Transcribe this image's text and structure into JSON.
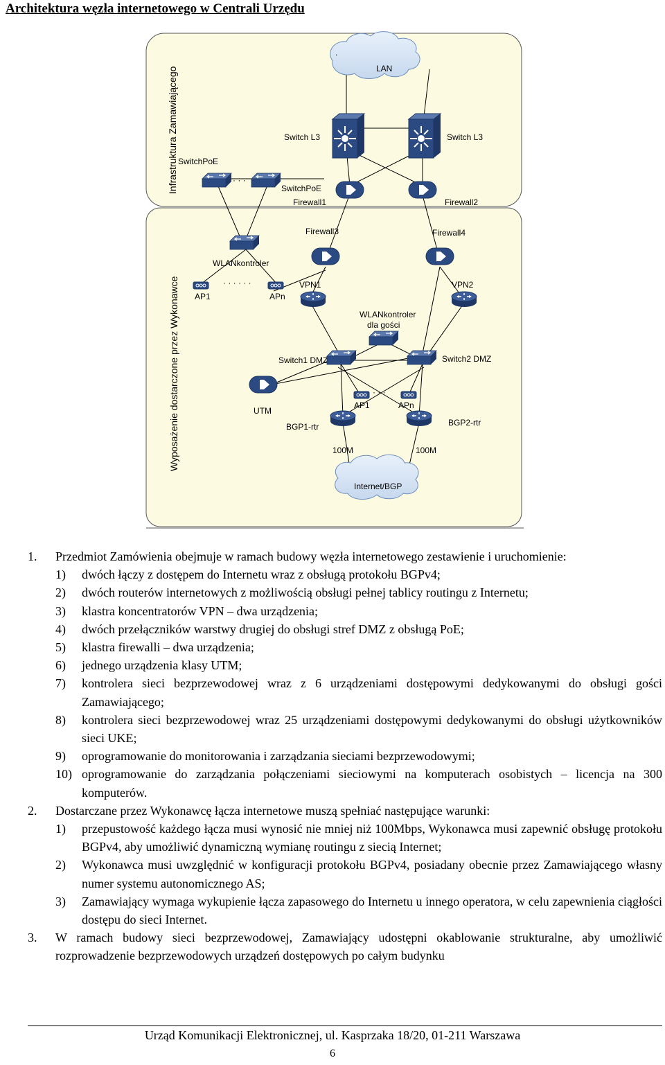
{
  "title": "Architektura węzła internetowego w Centrali Urzędu",
  "diagram": {
    "zone_top_label": "Infrastruktura Zamawiającego",
    "zone_bottom_label": "Wyposażenie dostarczone przez Wykonawce",
    "lan": "LAN",
    "lan_dot": ".",
    "switch_l3_left": "Switch L3",
    "switch_l3_right": "Switch L3",
    "switchpoe_left": "SwitchPoE",
    "switchpoe_right": "SwitchPoE",
    "dots_top": "· · ·",
    "firewall1": "Firewall1",
    "firewall2": "Firewall2",
    "firewall3": "Firewall3",
    "firewall4": "Firewall4",
    "wlan_kontroler": "WLANkontroler",
    "ap1_left": "AP1",
    "apn_left": "APn",
    "dots_ap": "· · · · · ·",
    "vpn1": "VPN1",
    "vpn2": "VPN2",
    "wlan_goscie_1": "WLANkontroler",
    "wlan_goscie_2": "dla gości",
    "switch1_dmz": "Switch1 DMZ",
    "switch2_dmz": "Switch2 DMZ",
    "utm": "UTM",
    "ap1_mid": "AP1",
    "apn_mid": "APn",
    "dots_mid": "· · ·",
    "bgp1": "BGP1-rtr",
    "bgp2": "BGP2-rtr",
    "link1": "100M",
    "link2": "100M",
    "internet": "Internet/BGP"
  },
  "section1": {
    "num": "1.",
    "text": "Przedmiot Zamówienia obejmuje w ramach budowy węzła internetowego zestawienie i uruchomienie:",
    "items": [
      {
        "num": "1)",
        "text": "dwóch łączy z dostępem do Internetu wraz z obsługą protokołu BGPv4;"
      },
      {
        "num": "2)",
        "text": "dwóch routerów internetowych z możliwością obsługi pełnej tablicy routingu z Internetu;"
      },
      {
        "num": "3)",
        "text": "klastra koncentratorów VPN – dwa urządzenia;"
      },
      {
        "num": "4)",
        "text": "dwóch przełączników warstwy drugiej do obsługi stref DMZ z obsługą PoE;"
      },
      {
        "num": "5)",
        "text": "klastra firewalli – dwa urządzenia;"
      },
      {
        "num": "6)",
        "text": "jednego urządzenia klasy UTM;"
      },
      {
        "num": "7)",
        "text": "kontrolera sieci bezprzewodowej wraz z 6 urządzeniami dostępowymi dedykowanymi do obsługi gości Zamawiającego;"
      },
      {
        "num": "8)",
        "text": "kontrolera sieci bezprzewodowej wraz 25 urządzeniami dostępowymi dedykowanymi do obsługi użytkowników sieci UKE;"
      },
      {
        "num": "9)",
        "text": "oprogramowanie do monitorowania i zarządzania sieciami bezprzewodowymi;"
      },
      {
        "num": "10)",
        "text": "oprogramowanie do zarządzania połączeniami sieciowymi na komputerach osobistych – licencja na 300 komputerów."
      }
    ]
  },
  "section2": {
    "num": "2.",
    "text": "Dostarczane przez Wykonawcę łącza internetowe muszą spełniać następujące warunki:",
    "items": [
      {
        "num": "1)",
        "text": "przepustowość każdego łącza musi wynosić nie mniej niż 100Mbps, Wykonawca musi zapewnić obsługę protokołu BGPv4, aby umożliwić dynamiczną wymianę routingu z siecią Internet;"
      },
      {
        "num": "2)",
        "text": "Wykonawca musi uwzględnić w konfiguracji protokołu BGPv4, posiadany obecnie przez Zamawiającego własny numer systemu autonomicznego AS;"
      },
      {
        "num": "3)",
        "text": "Zamawiający wymaga wykupienie łącza zapasowego do Internetu u innego operatora, w celu zapewnienia ciągłości dostępu do sieci Internet."
      }
    ]
  },
  "section3": {
    "num": "3.",
    "text": "W ramach budowy sieci bezprzewodowej, Zamawiający udostępni okablowanie strukturalne, aby umożliwić rozprowadzenie bezprzewodowych urządzeń dostępowych po całym budynku"
  },
  "footer": "Urząd Komunikacji Elektronicznej, ul. Kasprzaka 18/20, 01-211 Warszawa",
  "page_number": "6",
  "colors": {
    "zone_fill": "#fcfbe1",
    "device_blue": "#2b4a82",
    "link": "#000000"
  }
}
